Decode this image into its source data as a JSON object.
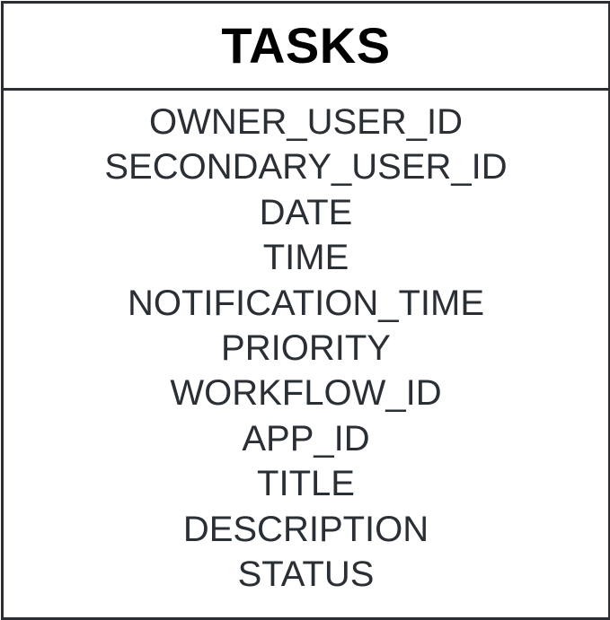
{
  "entity": {
    "title": "TASKS",
    "fields": [
      "OWNER_USER_ID",
      "SECONDARY_USER_ID",
      "DATE",
      "TIME",
      "NOTIFICATION_TIME",
      "PRIORITY",
      "WORKFLOW_ID",
      "APP_ID",
      "TITLE",
      "DESCRIPTION",
      "STATUS"
    ]
  },
  "colors": {
    "border": "#2b2f33",
    "title_text": "#000000",
    "field_text": "#2a2f36",
    "background": "#ffffff"
  }
}
